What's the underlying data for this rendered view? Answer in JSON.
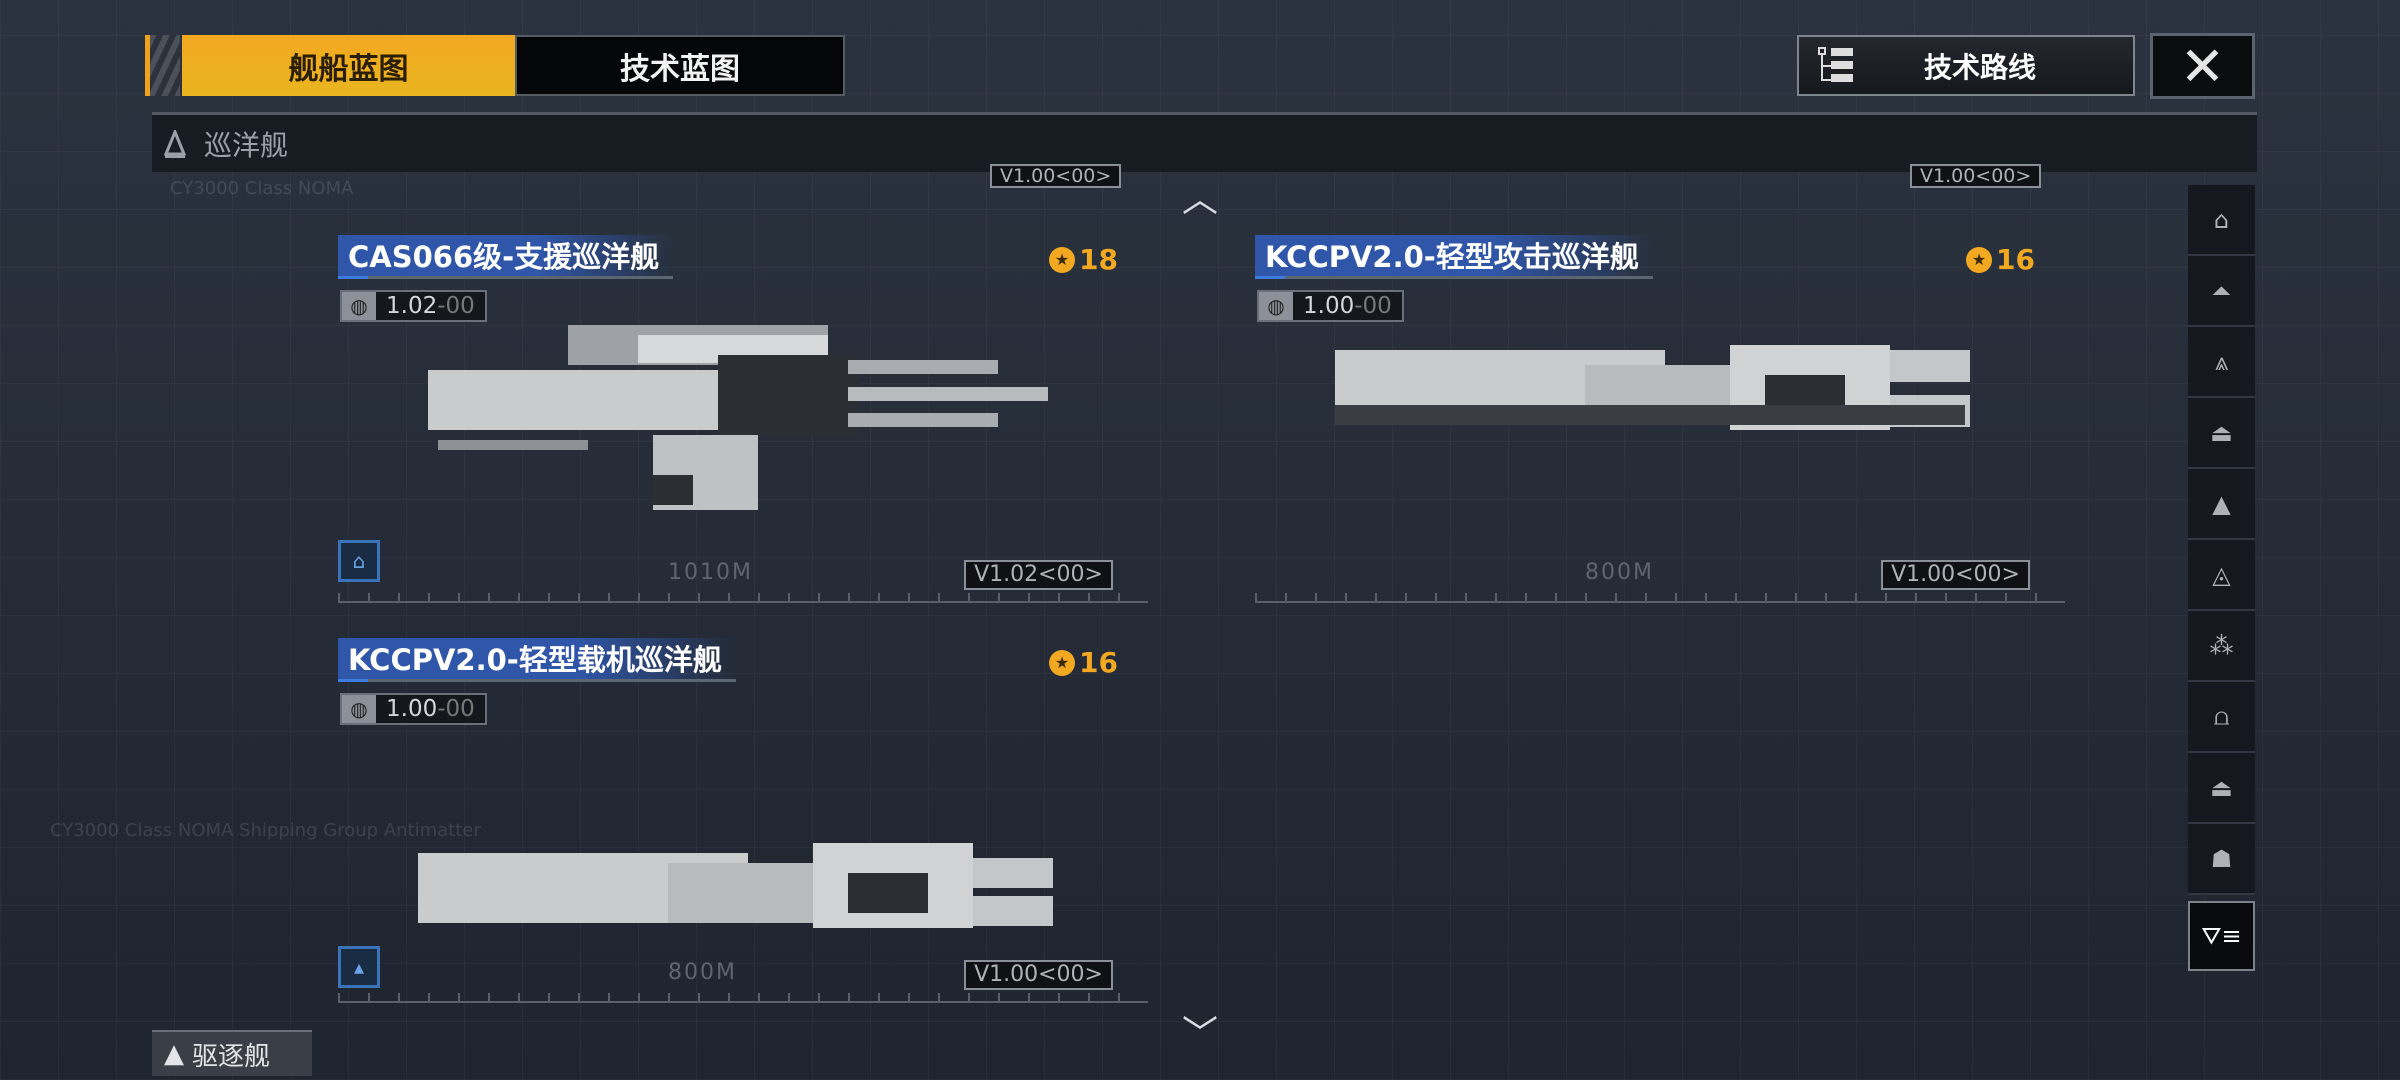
{
  "tabs": {
    "ship_blueprint": "舰船蓝图",
    "tech_blueprint": "技术蓝图",
    "active": "ship_blueprint"
  },
  "tech_route": {
    "label": "技术路线",
    "icon": "tree-list-icon"
  },
  "close": {
    "icon": "close-icon"
  },
  "section": {
    "title": "巡洋舰",
    "icon": "cruiser-icon"
  },
  "partial_row": {
    "left_version": "V1.00<00>",
    "right_version": "V1.00<00>"
  },
  "cards": [
    {
      "title": "CAS066级-支援巡洋舰",
      "stars": "18",
      "version_major": "1.02",
      "version_minor": "-00",
      "length": "1010M",
      "version_label": "V1.02<00>",
      "type_icon": "support-icon"
    },
    {
      "title": "KCCPV2.0-轻型攻击巡洋舰",
      "stars": "16",
      "version_major": "1.00",
      "version_minor": "-00",
      "length": "800M",
      "version_label": "V1.00<00>",
      "type_icon": ""
    },
    {
      "title": "KCCPV2.0-轻型载机巡洋舰",
      "stars": "16",
      "version_major": "1.00",
      "version_minor": "-00",
      "length": "800M",
      "version_label": "V1.00<00>",
      "type_icon": "carrier-icon"
    }
  ],
  "next_section": {
    "label": "驱逐舰"
  },
  "sidebar": {
    "items": [
      "shipyard-icon",
      "battleship-icon",
      "cruiser-icon",
      "destroyer-icon",
      "frigate-icon",
      "carrier-icon",
      "swarm-icon",
      "station-icon",
      "corvette-icon",
      "auxiliary-icon"
    ],
    "filter": "filter-icon"
  },
  "colors": {
    "accent": "#f3a821",
    "title_bar": "#2f56a8"
  }
}
